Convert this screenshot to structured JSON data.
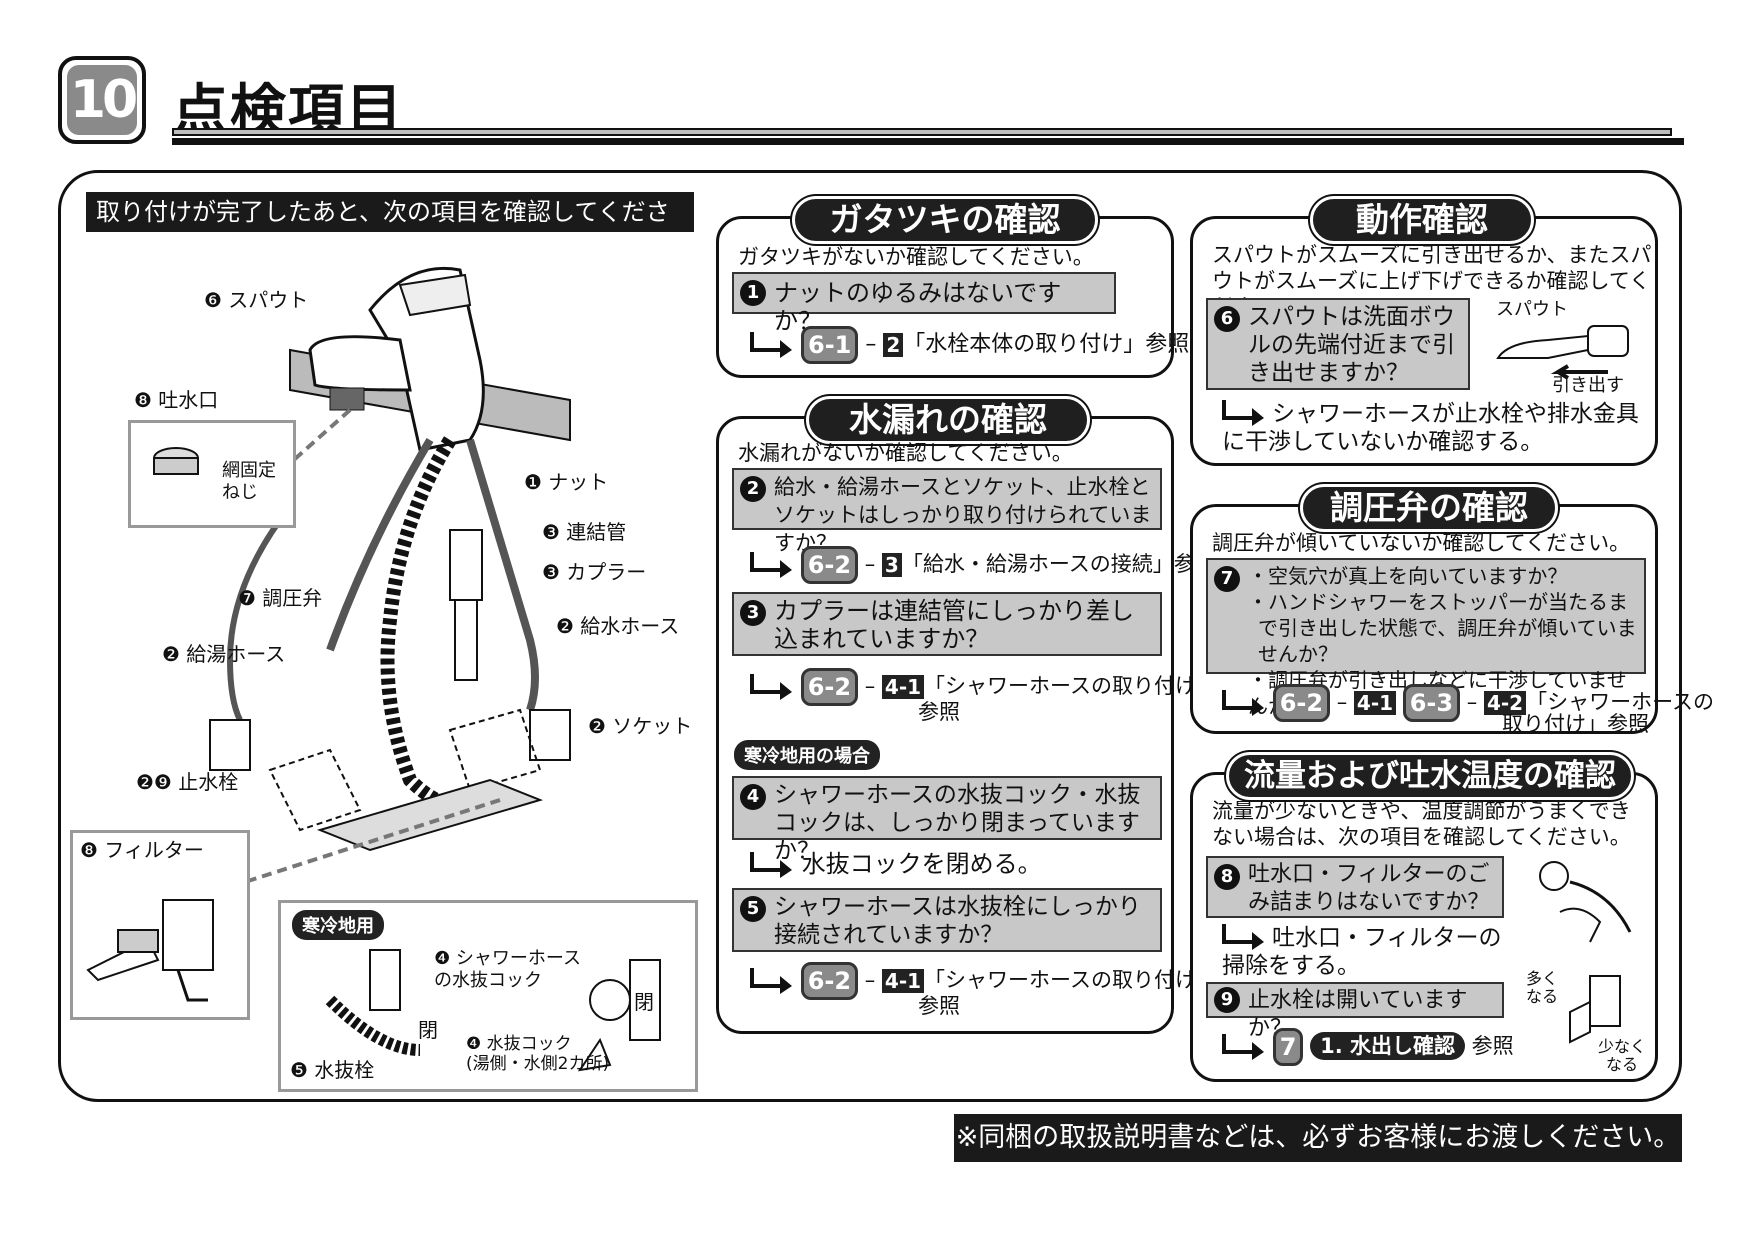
{
  "section": {
    "number": "10",
    "title": "点検項目"
  },
  "intro": "取り付けが完了したあと、次の項目を確認してください。",
  "diagram": {
    "spout": "❻ スパウト",
    "outlet": "❽ 吐水口",
    "mesh_screw": "網固定\nねじ",
    "nut": "❶ ナット",
    "connecting_pipe": "❸ 連結管",
    "coupler": "❸ カプラー",
    "pressure_valve": "❼ 調圧弁",
    "supply_hose": "❷ 給水ホース",
    "hot_hose": "❷ 給湯ホース",
    "socket": "❷ ソケット",
    "stop_valve": "❷❾ 止水栓",
    "filter": "❽ フィルター",
    "cold_label": "寒冷地用",
    "drain_cock_hose": "❹ シャワーホース\nの水抜コック",
    "drain_cock": "❹ 水抜コック\n(湯側・水側2カ所)",
    "drain_plug": "❺ 水抜栓",
    "closed1": "閉",
    "closed2": "閉"
  },
  "gatatsuki": {
    "title": "ガタツキの確認",
    "desc": "ガタツキがないか確認してください。",
    "q1_num": "1",
    "q1": "ナットのゆるみはないですか？",
    "ref_badge": "6-1",
    "ref_sq": "2",
    "ref_text": "「水栓本体の取り付け」参照"
  },
  "leak": {
    "title": "水漏れの確認",
    "desc": "水漏れがないか確認してください。",
    "q2_num": "2",
    "q2": "給水・給湯ホースとソケット、止水栓とソケットはしっかり取り付けられていますか？",
    "ref2_badge": "6-2",
    "ref2_sq": "3",
    "ref2_text": "「給水・給湯ホースの接続」参照",
    "q3_num": "3",
    "q3": "カプラーは連結管にしっかり差し込まれていますか？",
    "ref3_badge": "6-2",
    "ref3_sq": "4-1",
    "ref3_text": "「シャワーホースの取り付け」",
    "ref3_text2": "参照",
    "cold": "寒冷地用の場合",
    "q4_num": "4",
    "q4": "シャワーホースの水抜コック・水抜コックは、しっかり閉まっていますか？",
    "ans4": "水抜コックを閉める。",
    "q5_num": "5",
    "q5": "シャワーホースは水抜栓にしっかり接続されていますか？",
    "ref5_badge": "6-2",
    "ref5_sq": "4-1",
    "ref5_text": "「シャワーホースの取り付け」",
    "ref5_text2": "参照"
  },
  "operation": {
    "title": "動作確認",
    "desc": "スパウトがスムーズに引き出せるか、またスパウトがスムーズに上げ下げできるか確認してください。",
    "q6_num": "6",
    "q6": "スパウトは洗面ボウルの先端付近まで引き出せますか？",
    "spout_label": "スパウト",
    "pull_label": "引き出す",
    "ans6": "シャワーホースが止水栓や排水金具に干渉していないか確認する。"
  },
  "regulator": {
    "title": "調圧弁の確認",
    "desc": "調圧弁が傾いていないか確認してください。",
    "q7_num": "7",
    "q7_a": "・空気穴が真上を向いていますか？",
    "q7_b": "・ハンドシャワーをストッパーが当たるまで引き出した状態で、調圧弁が傾いていませんか？",
    "q7_c": "・調圧弁が引き出しなどに干渉していませんか？",
    "ref_badge1": "6-2",
    "ref_sq1": "4-1",
    "ref_badge2": "6-3",
    "ref_sq2": "4-2",
    "ref_text": "「シャワーホースの",
    "ref_text2": "取り付け」参照"
  },
  "flow": {
    "title": "流量および吐水温度の確認",
    "desc": "流量が少ないときや、温度調節がうまくできない場合は、次の項目を確認してください。",
    "q8_num": "8",
    "q8": "吐水口・フィルターのごみ詰まりはないですか？",
    "ans8": "吐水口・フィルターの掃除をする。",
    "q9_num": "9",
    "q9": "止水栓は開いていますか？",
    "ref_badge": "7",
    "ref_pill": "1. 水出し確認",
    "ref_text": "参照",
    "more": "多く\nなる",
    "less": "少なく\nなる"
  },
  "note": "※同梱の取扱説明書などは、必ずお客様にお渡しください。"
}
